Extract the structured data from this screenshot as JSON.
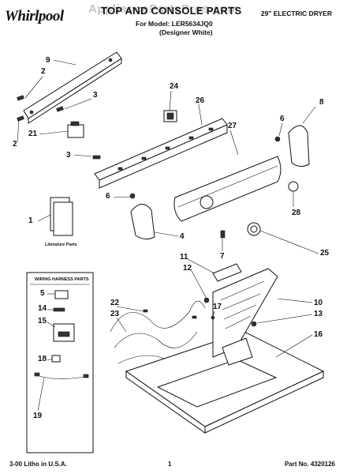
{
  "header": {
    "brand": "Whirlpool",
    "title": "TOP AND CONSOLE PARTS",
    "watermark": "AppliancePartsPros.com",
    "model_line": "For Model: LER5634JQ0",
    "model_sub": "(Designer White)",
    "category": "29\" ELECTRIC DRYER"
  },
  "diagram": {
    "callouts": [
      "1",
      "2",
      "2",
      "3",
      "3",
      "4",
      "5",
      "6",
      "6",
      "7",
      "8",
      "9",
      "10",
      "11",
      "12",
      "13",
      "14",
      "15",
      "16",
      "17",
      "18",
      "19",
      "21",
      "22",
      "23",
      "24",
      "25",
      "26",
      "27",
      "28"
    ],
    "literature_label": "Literature Parts",
    "harness_title": "WIRING HARNESS PARTS"
  },
  "footer": {
    "left": "3-00 Litho in U.S.A.",
    "center": "1",
    "right": "Part No. 4320126"
  }
}
